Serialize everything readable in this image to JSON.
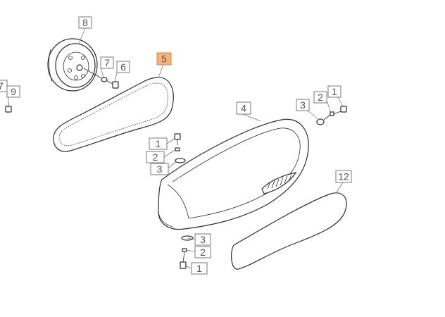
{
  "accent_color": "#f6b27d",
  "callouts": {
    "c8": "8",
    "c7a": "7",
    "c6": "6",
    "c5": "5",
    "c7b": "7",
    "c9": "9",
    "c4": "4",
    "c3a": "3",
    "c2a": "2",
    "c1a": "1",
    "c1b": "1",
    "c2b": "2",
    "c3b": "3",
    "c12": "12",
    "c3c": "3",
    "c2c": "2",
    "c1c": "1"
  },
  "highlighted_callout": "5",
  "parts": [
    "pulley-icon",
    "drive-belt-icon",
    "belt-guard-cover-icon",
    "guard-gasket-icon",
    "bolt-icon",
    "washer-icon",
    "nut-icon"
  ]
}
